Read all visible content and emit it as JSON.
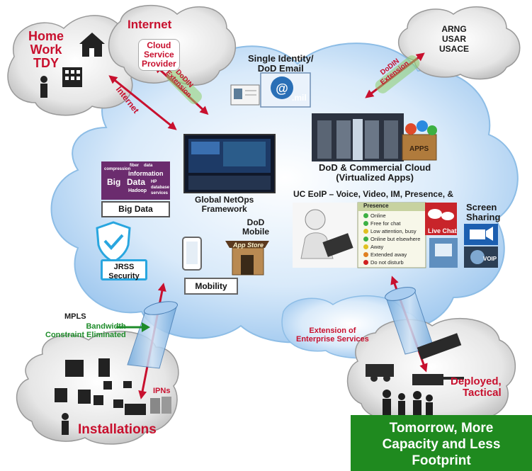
{
  "labels": {
    "internet_top": "Internet",
    "home_work_tdy": [
      "Home",
      "Work",
      "TDY"
    ],
    "cloud_service_provider": [
      "Cloud",
      "Service",
      "Provider"
    ],
    "internet_arrow": "Internet",
    "dodin_extension_left": [
      "DoDIN",
      "Extension"
    ],
    "single_identity": [
      "Single Identity/",
      "DoD Email"
    ],
    "mil": ".mil",
    "arng_group": [
      "ARNG",
      "USAR",
      "USACE"
    ],
    "dodin_extension_right": [
      "DoDIN",
      "Extension"
    ],
    "dod_cloud": [
      "DoD & Commercial Cloud",
      "(Virtualized Apps)"
    ],
    "apps_badge": "APPS",
    "big_data": "Big Data",
    "global_netops": [
      "Global NetOps",
      "Framework"
    ],
    "uc_eoip": "UC EoIP – Voice, Video,  IM, Presence, &",
    "screen_sharing": [
      "Screen",
      "Sharing"
    ],
    "live_chat": "Live Chat",
    "voip": "VOIP",
    "jrss": [
      "JRSS",
      "Security"
    ],
    "dod_mobile": [
      "DoD",
      "Mobile"
    ],
    "app_store": "App Store",
    "mobility": "Mobility",
    "mpls": "MPLS",
    "bandwidth": [
      "Bandwidth",
      "Constraint Eliminated"
    ],
    "extension_enterprise": [
      "Extension of",
      "Enterprise Services"
    ],
    "deployed_tactical": [
      "Deployed,",
      "Tactical"
    ],
    "ipns": "IPNs",
    "installations": "Installations",
    "banner": [
      "Tomorrow, More",
      "Capacity and Less",
      "Footprint"
    ]
  },
  "bigdata_words": [
    "compression",
    "information",
    "Big",
    "Data",
    "Hadoop",
    "HP",
    "database",
    "fiber",
    "data",
    "services"
  ],
  "presence": {
    "header": "Presence",
    "statuses": [
      "Online",
      "Free for chat",
      "Low attention, busy",
      "Online but elsewhere",
      "Away",
      "Extended away",
      "Do not disturb"
    ],
    "status_colors": [
      "#3cb043",
      "#3cb043",
      "#e0c020",
      "#3cb043",
      "#e0c020",
      "#e08020",
      "#d02020"
    ]
  },
  "colors": {
    "accent_red": "#c8102e",
    "cloud_blue": "#bcd8f2",
    "banner_green": "#1f8a1f",
    "bigdata_purple": "#6b2c6e",
    "shield_blue": "#29a6df"
  }
}
